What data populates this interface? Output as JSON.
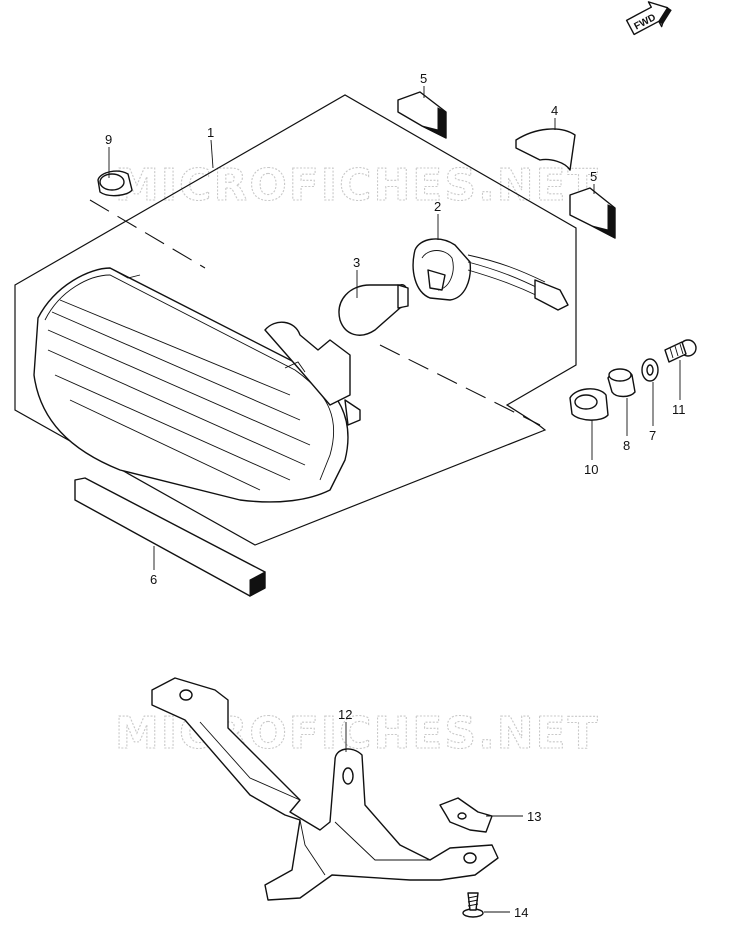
{
  "badge": {
    "text": "FWD"
  },
  "watermarks": [
    "MICROFICHES.NET",
    "MICROFICHES.NET"
  ],
  "callouts": [
    {
      "id": "1",
      "label": "1"
    },
    {
      "id": "2",
      "label": "2"
    },
    {
      "id": "3",
      "label": "3"
    },
    {
      "id": "4",
      "label": "4"
    },
    {
      "id": "5a",
      "label": "5"
    },
    {
      "id": "5b",
      "label": "5"
    },
    {
      "id": "6",
      "label": "6"
    },
    {
      "id": "7",
      "label": "7"
    },
    {
      "id": "8",
      "label": "8"
    },
    {
      "id": "9",
      "label": "9"
    },
    {
      "id": "10",
      "label": "10"
    },
    {
      "id": "11",
      "label": "11"
    },
    {
      "id": "12",
      "label": "12"
    },
    {
      "id": "13",
      "label": "13"
    },
    {
      "id": "14",
      "label": "14"
    }
  ]
}
